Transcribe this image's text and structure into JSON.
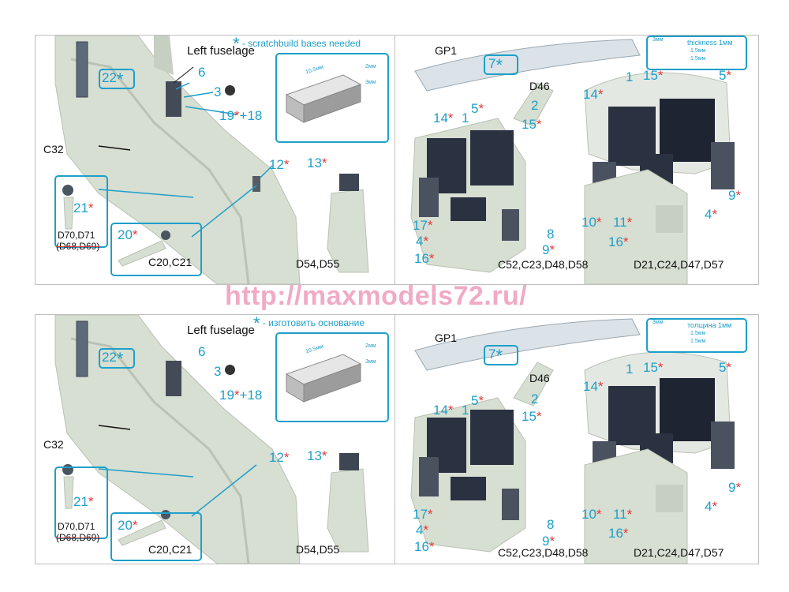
{
  "watermark": "http://maxmodels72.ru/",
  "colors": {
    "accent": "#1e9fc9",
    "required": "#e23a3a",
    "resin": "#d7ded2",
    "panel_dark": "#2a3140"
  },
  "en": {
    "legend": "- scratchbuild bases needed",
    "left_fuselage": "Left fuselage",
    "thickness": "thickness 1мм"
  },
  "ru": {
    "legend": "- изготовить основание",
    "left_fuselage": "Left fuselage",
    "thickness": "толщина 1мм"
  },
  "parts": {
    "c32": "C32",
    "d70": "D70,D71",
    "d68": "(D68,D69)",
    "c20": "C20,C21",
    "d54": "D54,D55",
    "gp1": "GP1",
    "d46": "D46",
    "c52": "C52,C23,D48,D58",
    "d21": "D21,C24,D47,D57"
  },
  "dims": {
    "len": "10.5мм",
    "h1": "2мм",
    "h2": "3мм",
    "w3": "3мм",
    "t1": "1.5мм",
    "t2": "1.5мм"
  },
  "numbers": {
    "n1": "1",
    "n2": "2",
    "n3": "3",
    "n4": "4",
    "n5": "5",
    "n6": "6",
    "n7": "7",
    "n8": "8",
    "n9": "9",
    "n10": "10",
    "n11": "11",
    "n12": "12",
    "n13": "13",
    "n14": "14",
    "n15": "15",
    "n16": "16",
    "n17": "17",
    "n18": "+18",
    "n19": "19",
    "n20": "20",
    "n21": "21",
    "n22": "22"
  },
  "marks": {
    "required": "*"
  }
}
